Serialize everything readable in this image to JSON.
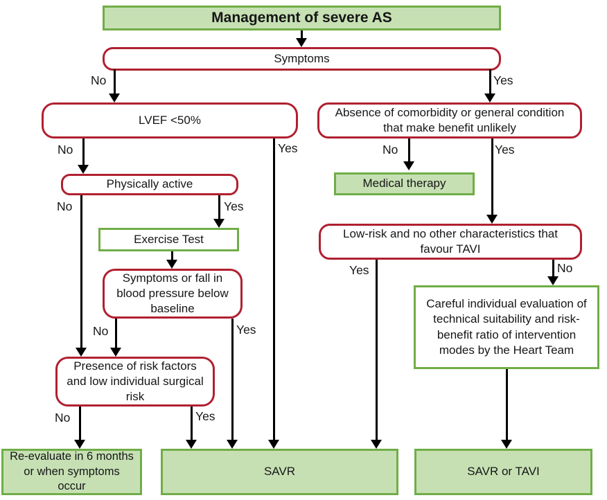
{
  "diagram": {
    "title": "Management of severe AS",
    "nodes": {
      "symptoms": "Symptoms",
      "lvef": "LVEF <50%",
      "absence": "Absence of comorbidity or general condition that make benefit unlikely",
      "physically_active": "Physically active",
      "medical_therapy": "Medical therapy",
      "exercise_test": "Exercise Test",
      "symptoms_fall": "Symptoms or fall in blood pressure below baseline",
      "low_risk": "Low-risk and no other characteristics that favour TAVI",
      "careful_evaluation": "Careful individual evaluation of technical suitability and risk-benefit ratio of intervention modes by the Heart Team",
      "presence_risk": "Presence of risk factors and low individual surgical risk",
      "reevaluate": "Re-evaluate in 6 months or when symptoms occur",
      "savr": "SAVR",
      "savr_or_tavi": "SAVR or TAVI"
    },
    "edge_labels": {
      "symptoms_no": "No",
      "symptoms_yes": "Yes",
      "lvef_no": "No",
      "lvef_yes": "Yes",
      "physically_no": "No",
      "physically_yes": "Yes",
      "fall_no": "No",
      "fall_yes": "Yes",
      "presence_no": "No",
      "presence_yes": "Yes",
      "absence_no": "No",
      "absence_yes": "Yes",
      "lowrisk_yes": "Yes",
      "lowrisk_no": "No"
    },
    "colors": {
      "green_fill": "#c6e0b4",
      "green_border": "#70ad47",
      "red_border": "#b02030",
      "line": "#000000"
    }
  }
}
